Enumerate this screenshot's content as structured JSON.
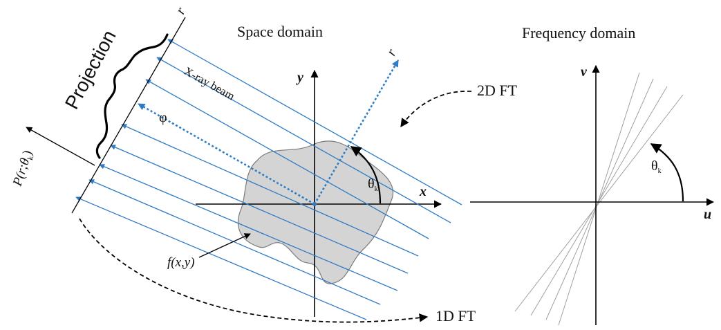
{
  "headings": {
    "space_domain": "Space domain",
    "frequency_domain": "Frequency domain"
  },
  "labels": {
    "projection": "Projection",
    "xray_beam": "X-ray beam",
    "phi": "φ",
    "r_projection_axis": "r",
    "r_rotated_axis": "r",
    "projection_function": "P(r;θ",
    "projection_function_sub": "k",
    "projection_function_close": ")",
    "object_function": "f(x,y)",
    "theta_space": "θ",
    "theta_space_sub": "k",
    "theta_freq": "θ",
    "theta_freq_sub": "k",
    "ft_2d": "2D FT",
    "ft_1d": "1D FT"
  },
  "axes": {
    "space_x": "x",
    "space_y": "y",
    "freq_u": "u",
    "freq_v": "v"
  },
  "colors": {
    "beam": "#2f7bc4",
    "object_fill": "#d4d4d4",
    "object_stroke": "#7a7a7a",
    "axis": "#000000",
    "radial_lines": "#a0a0a0"
  }
}
